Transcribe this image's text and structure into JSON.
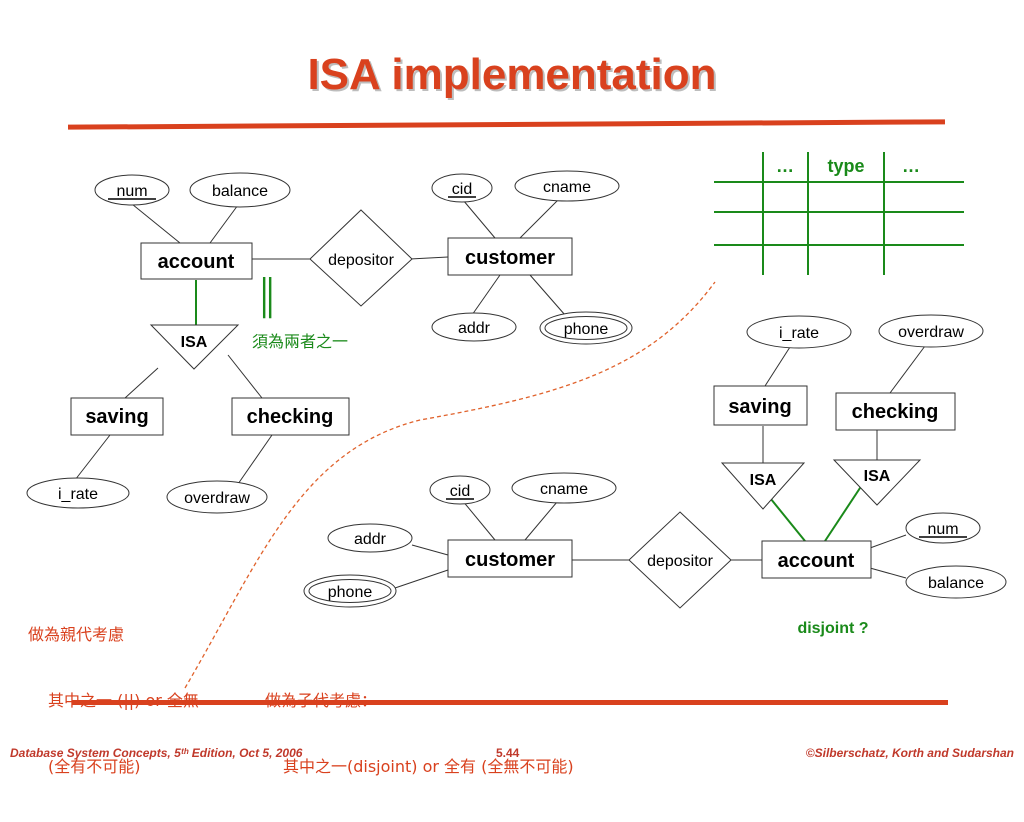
{
  "title": "ISA implementation",
  "colors": {
    "accent": "#d9411e",
    "green": "#1a8a1a",
    "dashed": "#e0622c"
  },
  "left_diagram": {
    "account": "account",
    "num": "num",
    "balance": "balance",
    "depositor": "depositor",
    "customer": "customer",
    "cid": "cid",
    "cname": "cname",
    "addr": "addr",
    "phone": "phone",
    "isa": "ISA",
    "saving": "saving",
    "checking": "checking",
    "i_rate": "i_rate",
    "overdraw": "overdraw",
    "double_bar": "║",
    "constraint_note": "須為兩者之一"
  },
  "right_diagram": {
    "table_headers": [
      "…",
      "type",
      "…"
    ],
    "i_rate": "i_rate",
    "overdraw": "overdraw",
    "saving": "saving",
    "checking": "checking",
    "isa_left": "ISA",
    "isa_right": "ISA",
    "cid": "cid",
    "cname": "cname",
    "addr": "addr",
    "phone": "phone",
    "customer": "customer",
    "depositor": "depositor",
    "account": "account",
    "num": "num",
    "balance": "balance",
    "disjoint_question": "disjoint ?"
  },
  "notes": {
    "parent_view_line1": "做為親代考慮",
    "parent_view_line2": "其中之一 (||) or 全無",
    "parent_view_line3": "(全有不可能)",
    "child_view_line1": "做為子代考慮：",
    "child_view_line2": "其中之一(disjoint) or 全有 (全無不可能)"
  },
  "footer": {
    "left": "Database System Concepts, 5ᵗʰ Edition, Oct 5,  2006",
    "center": "5.44",
    "right": "©Silberschatz, Korth and Sudarshan"
  }
}
